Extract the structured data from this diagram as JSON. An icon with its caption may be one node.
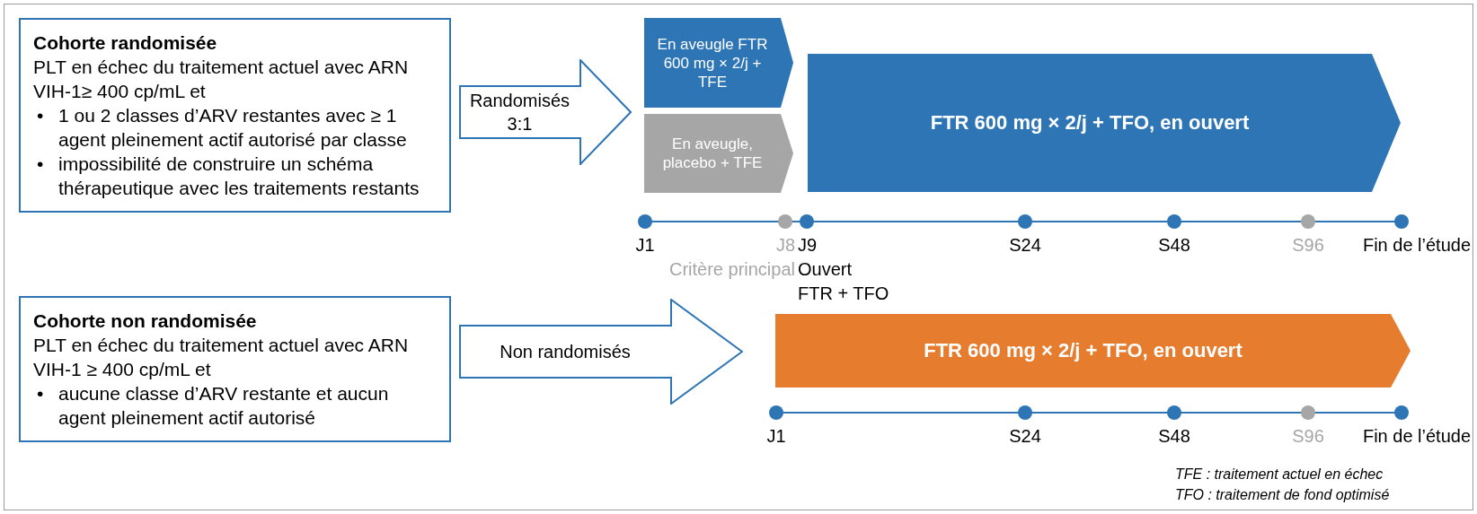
{
  "diagram": {
    "nodes": [
      {
        "text": [
          "Cohorte randomisée",
          "PLT en échec du traitement actuel avec ARN VIH-1≥ 400 cp/mL et",
          "•",
          "1 ou 2 classes d’ARV restantes avec ≥ 1 agent pleinement actif autorisé par classe",
          "•",
          "impossibilité de construire un schéma thérapeutique avec les traitements restants"
        ]
      },
      {
        "text": [
          "En aveugle FTR 600 mg × 2/j + TFE"
        ]
      },
      {
        "text": [
          "En aveugle, placebo + TFE"
        ]
      },
      {
        "text": [
          "FTR 600 mg × 2/j + TFO, en ouvert"
        ]
      },
      {
        "text": [
          "Cohorte non randomisée",
          "PLT en échec du traitement actuel avec ARN VIH-1 ≥ 400 cp/mL et",
          "•",
          "aucune classe d’ARV restante et aucun agent pleinement actif autorisé"
        ]
      },
      {
        "text": [
          "FTR 600 mg × 2/j + TFO, en ouvert"
        ]
      }
    ],
    "edges": [
      {
        "from": 0,
        "to": 1,
        "arrow": "to",
        "label": "Randomisés 3:1"
      },
      {
        "from": 0,
        "to": 2,
        "arrow": "to"
      },
      {
        "from": 4,
        "to": 5,
        "arrow": "to",
        "label": "Non randomisés"
      }
    ],
    "labels": [
      "J1",
      "J8",
      "J9",
      "S24",
      "S48",
      "S96",
      "Fin de l’étude",
      "Critère principal",
      "Ouvert FTR + TFO",
      "J1",
      "S24",
      "S48",
      "S96",
      "Fin de l’étude",
      "TFE : traitement actuel en échec",
      "TFO : traitement de fond optimisé"
    ]
  }
}
